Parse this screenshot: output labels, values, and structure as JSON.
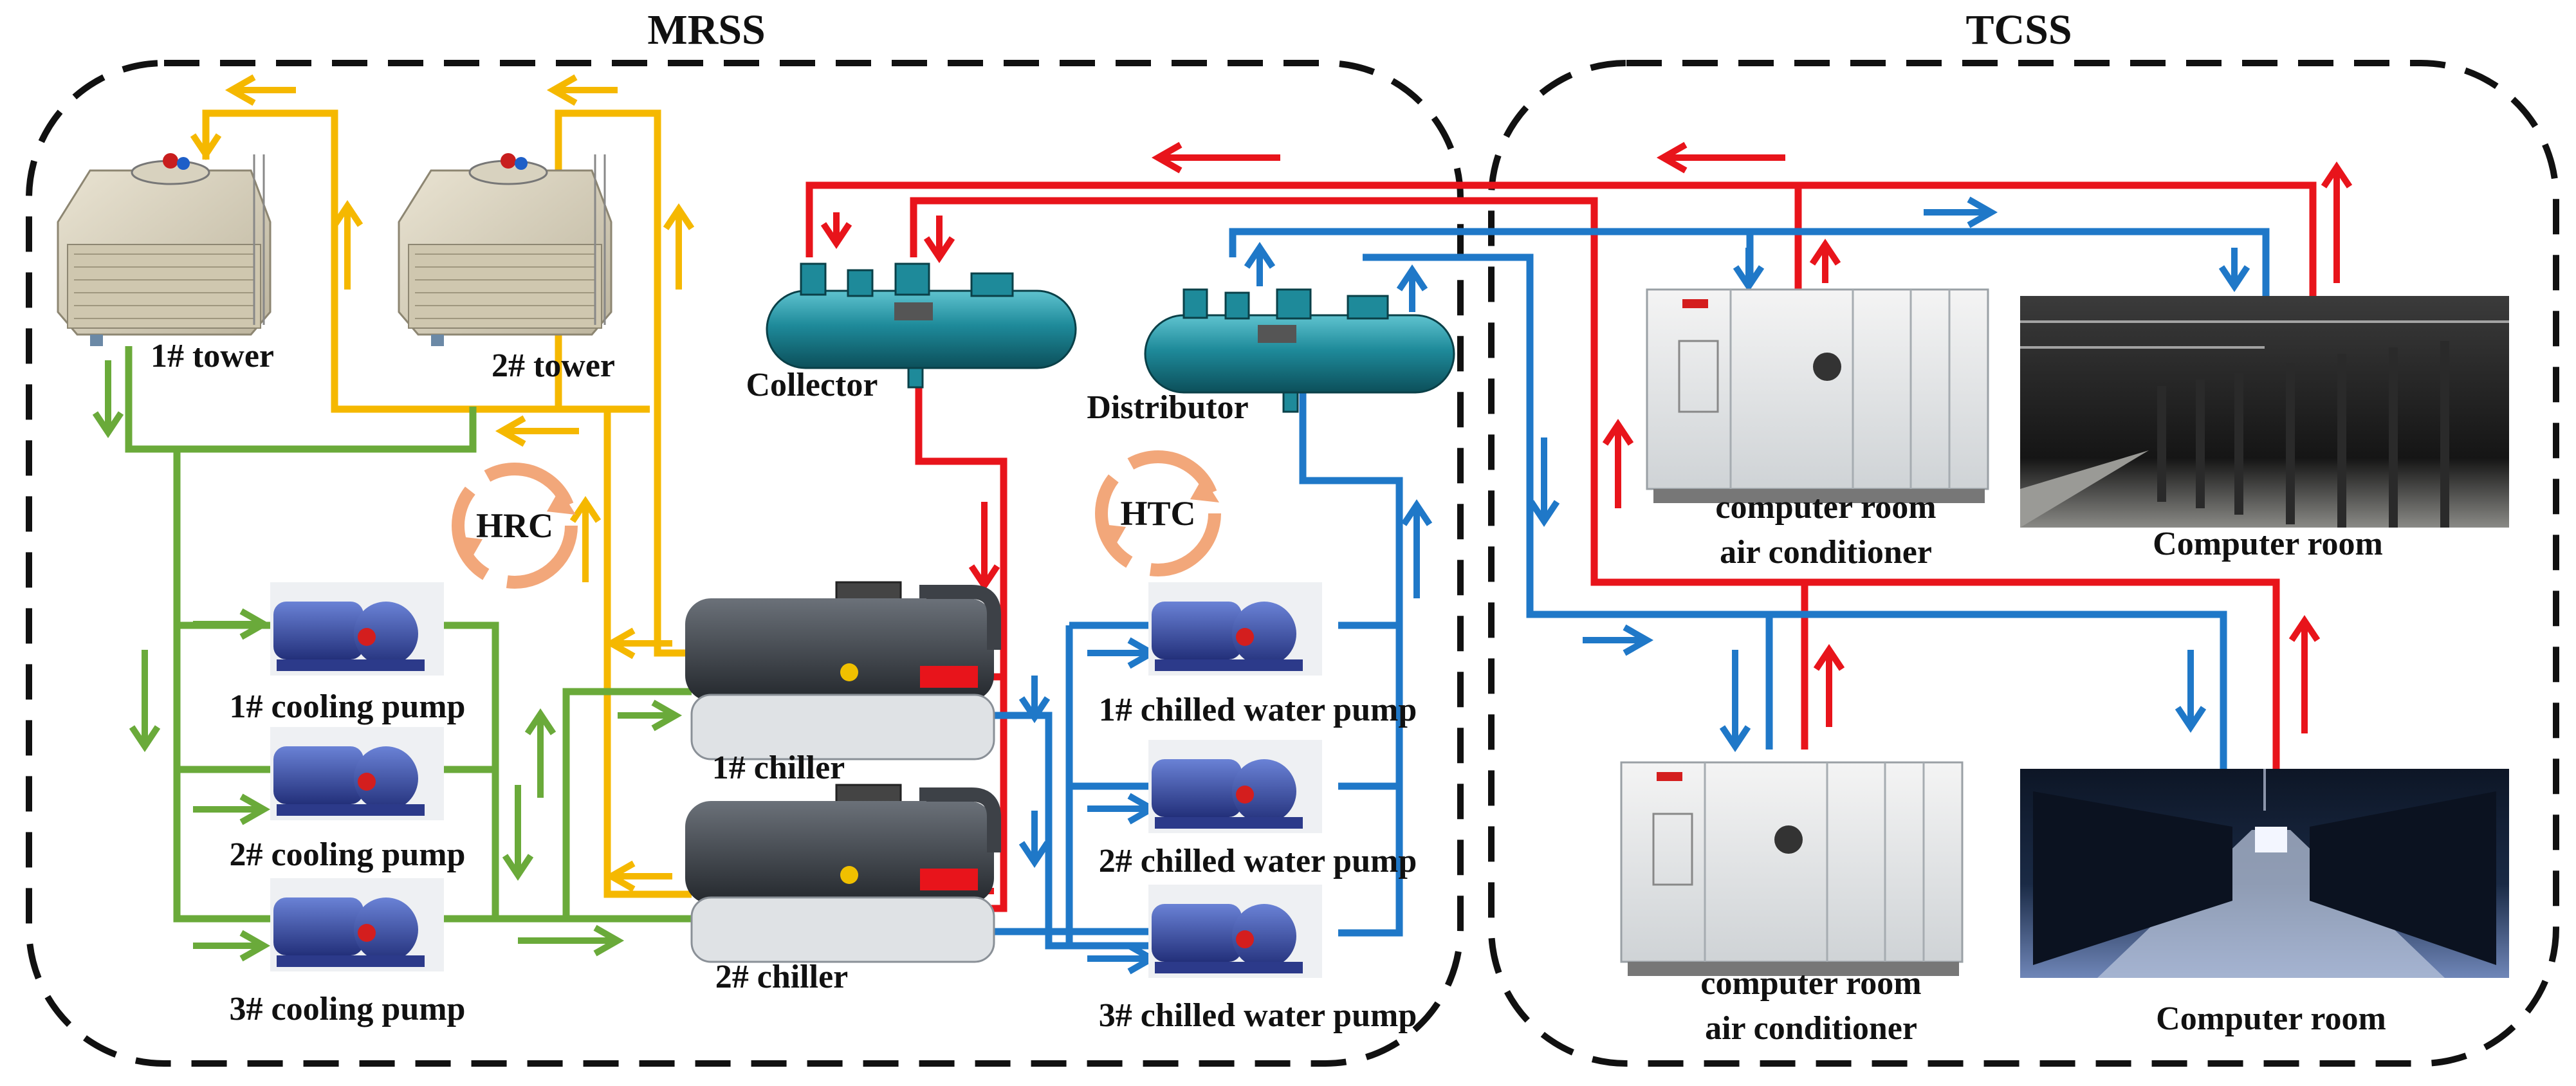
{
  "subsystems": {
    "left_title": "MRSS",
    "right_title": "TCSS"
  },
  "components": {
    "tower_1": "1# tower",
    "tower_2": "2# tower",
    "collector": "Collector",
    "distributor": "Distributor",
    "cooling_pump_1": "1# cooling pump",
    "cooling_pump_2": "2# cooling pump",
    "cooling_pump_3": "3# cooling pump",
    "chiller_1": "1# chiller",
    "chiller_2": "2# chiller",
    "chilled_pump_1": "1# chilled water pump",
    "chilled_pump_2": "2# chilled water pump",
    "chilled_pump_3": "3# chilled water pump",
    "crac_1_line1": "computer room",
    "crac_1_line2": "air conditioner",
    "crac_2_line1": "computer room",
    "crac_2_line2": "air conditioner",
    "computer_room_1": "Computer room",
    "computer_room_2": "Computer room"
  },
  "cycles": {
    "heat_rejection": "HRC",
    "heat_transfer": "HTC"
  },
  "colors": {
    "cooling_tower_loop": "#f5b800",
    "cooling_water_loop": "#6aaa3a",
    "chilled_supply": "#1f78c8",
    "chilled_return": "#e8141b",
    "cycle_arrows": "#f2a77a",
    "boundary": "#111111"
  }
}
